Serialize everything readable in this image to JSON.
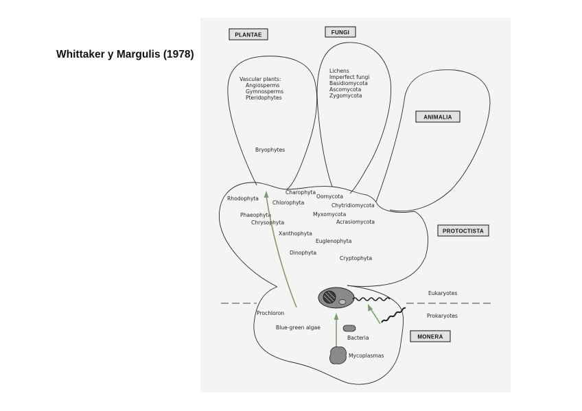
{
  "title": "Whittaker y Margulis (1978)",
  "colors": {
    "figure_background": "#f4f4f4",
    "outline": "#2a2a2a",
    "arrow": "#7f9a71",
    "cell_fill": "#8a8a8a",
    "box_fill": "#e2e2e2"
  },
  "kingdoms": {
    "plantae": "PLANTAE",
    "fungi": "FUNGI",
    "animalia": "ANIMALIA",
    "protoctista": "PROTOCTISTA",
    "monera": "MONERA"
  },
  "plantae_labels": {
    "vascular": "Vascular plants:",
    "angiosperms": "Angiosperms",
    "gymnosperms": "Gymnosperms",
    "pteridophytes": "Pteridophytes",
    "bryophytes": "Bryophytes"
  },
  "fungi_labels": {
    "lichens": "Lichens",
    "imperfect": "Imperfect fungi",
    "basidiomycota": "Basidiomycota",
    "ascomycota": "Ascomycota",
    "zygomycota": "Zygomycota"
  },
  "protoctista_labels": {
    "charophyta": "Charophyta",
    "rhodophyta": "Rhodophyta",
    "chlorophyta": "Chlorophyta",
    "oomycota": "Oomycota",
    "chytridiomycota": "Chytridiomycota",
    "phaeophyta": "Phaeophyta",
    "chrysophyta": "Chrysophyta",
    "myxomycota": "Myxomycota",
    "acrasiomycota": "Acrasiomycota",
    "xanthophyta": "Xanthophyta",
    "euglenophyta": "Euglenophyta",
    "dinophyta": "Dinophyta",
    "cryptophyta": "Cryptophyta"
  },
  "monera_labels": {
    "eukaryotes": "Eukaryotes",
    "prokaryotes": "Prokaryotes",
    "prochloron": "Prochloron",
    "blue_green": "Blue-green algae",
    "bacteria": "Bacteria",
    "mycoplasmas": "Mycoplasmas"
  }
}
